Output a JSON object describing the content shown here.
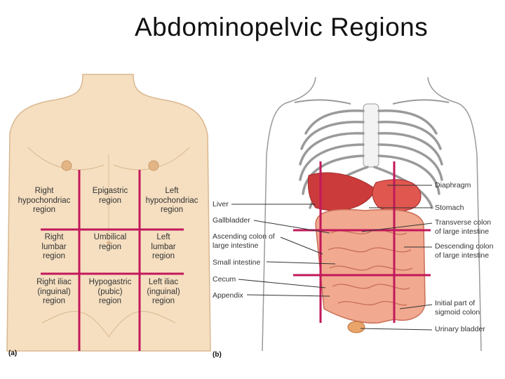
{
  "title": "Abdominopelvic Regions",
  "panel_a": {
    "label": "(a)",
    "regions": [
      [
        "Right\nhypochondriac\nregion",
        "Epigastric\nregion",
        "Left\nhypochondriac\nregion"
      ],
      [
        "Right\nlumbar\nregion",
        "Umbilical\nregion",
        "Left\nlumbar\nregion"
      ],
      [
        "Right iliac\n(inguinal)\nregion",
        "Hypogastric\n(pubic)\nregion",
        "Left iliac\n(inguinal)\nregion"
      ]
    ],
    "grid_color": "#c2185b"
  },
  "panel_b": {
    "label": "(b)",
    "left_labels": [
      "Liver",
      "Gallbladder",
      "Ascending colon of\nlarge intestine",
      "Small intestine",
      "Cecum",
      "Appendix"
    ],
    "right_labels": [
      "Diaphragm",
      "Stomach",
      "Transverse colon\nof large intestine",
      "Descending colon\nof large intestine",
      "Initial part of\nsigmoid colon",
      "Urinary bladder"
    ],
    "grid_color": "#c2185b"
  },
  "colors": {
    "skin": "#f5dfc0",
    "skin_outline": "#d9b790",
    "organ": "#f1a98f",
    "organ_dark": "#cc3b3b",
    "bone": "#9a9a9a"
  }
}
